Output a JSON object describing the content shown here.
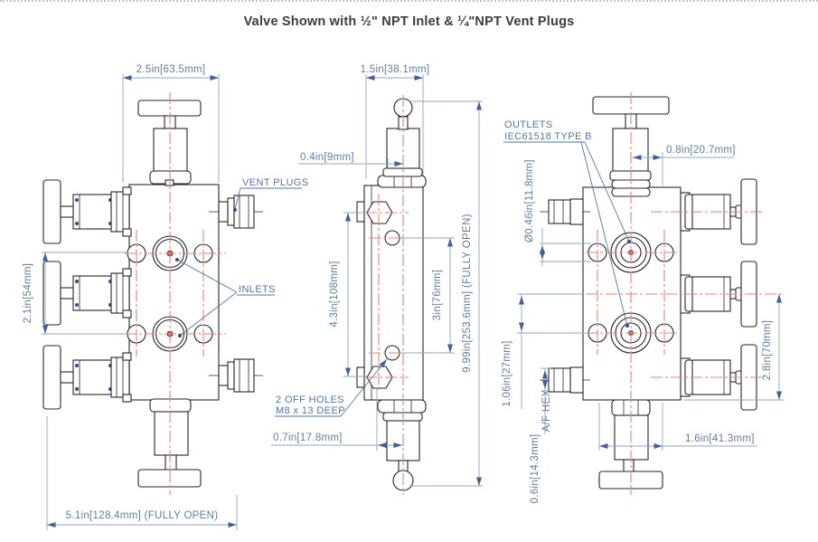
{
  "title": "Valve Shown with ½\" NPT Inlet & ¼\"NPT Vent Plugs",
  "colors": {
    "drawing_line": "#262626",
    "centerline_red": "#ef8177",
    "dimension_text_blue": "#5f7da4",
    "label_blue": "#4b79b2"
  },
  "left_view": {
    "dim_width_top": "2.5in[63.5mm]",
    "dim_pitch_left": "2.1in[54mm]",
    "dim_width_bottom": "5.1in[128.4mm] (FULLY OPEN)",
    "label_vent_plugs": "VENT PLUGS",
    "label_inlets": "INLETS"
  },
  "middle_view": {
    "dim_width_top": "1.5in[38.1mm]",
    "dim_offset_top": "0.4in[9mm]",
    "dim_holes_pitch": "4.3in[108mm]",
    "dim_ports_pitch": "3in[76mm]",
    "dim_height_total": "9.99in[253.6mm] (FULLY OPEN)",
    "label_holes_line1": "2 OFF HOLES",
    "label_holes_line2": "M8 x 13 DEEP",
    "dim_offset_bottom": "0.7in[17.8mm]"
  },
  "right_view": {
    "label_outlets_line1": "OUTLETS",
    "label_outlets_line2": "IEC61518 TYPE B",
    "dim_offset_top": "0.8in[20.7mm]",
    "dim_port_dia": "Ø0.46in[11.8mm]",
    "dim_port_pitch": "1.06in[27mm]",
    "dim_height_right": "2.8in[70mm]",
    "dim_hex_line1": "0.6in[14.3mm]",
    "dim_hex_line2": "A/F HEX",
    "dim_width_bottom": "1.6in[41.3mm]"
  }
}
